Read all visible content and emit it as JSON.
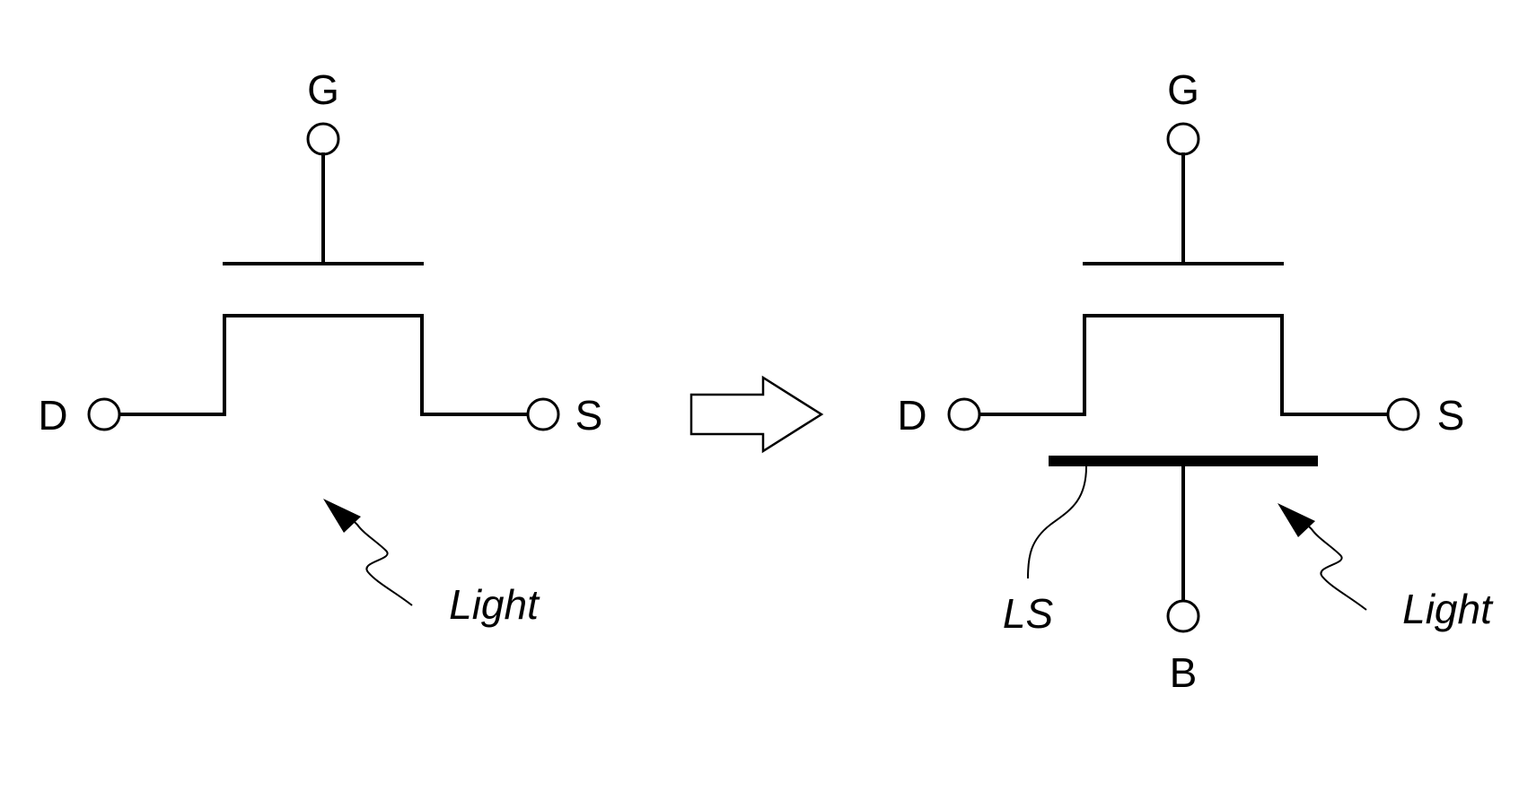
{
  "left_transistor": {
    "gate_label": "G",
    "drain_label": "D",
    "source_label": "S",
    "light_label": "Light"
  },
  "right_transistor": {
    "gate_label": "G",
    "drain_label": "D",
    "source_label": "S",
    "body_label": "B",
    "shield_label": "LS",
    "light_label": "Light"
  }
}
